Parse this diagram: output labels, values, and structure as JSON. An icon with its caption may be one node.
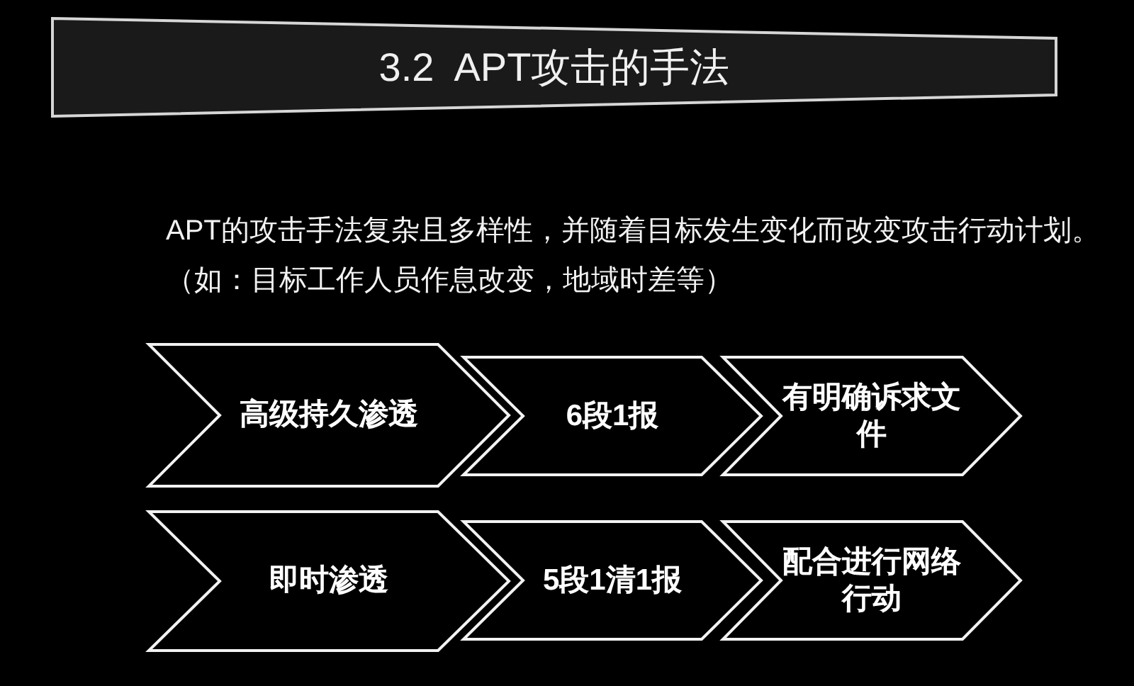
{
  "diagram": {
    "title": "3.2  APT攻击的手法",
    "nodes": [
      {
        "text": [
          "高级持久渗透"
        ]
      },
      {
        "text": [
          "6段1报"
        ]
      },
      {
        "text": [
          "有明确诉求文件"
        ]
      },
      {
        "text": [
          "即时渗透"
        ]
      },
      {
        "text": [
          "5段1清1报"
        ]
      },
      {
        "text": [
          "配合进行网络行动"
        ]
      }
    ],
    "labels": [
      "APT的攻击手法复杂且多样性，并随着目标发生变化而改变攻击行动计划。",
      "（如：目标工作人员作息改变，地域时差等）"
    ]
  }
}
